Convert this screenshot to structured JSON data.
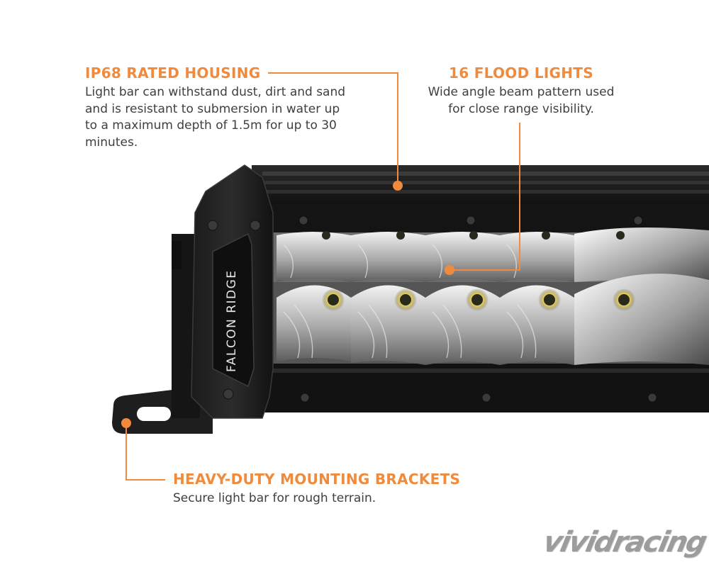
{
  "accent_color": "#f08a3c",
  "callouts": {
    "housing": {
      "title": "IP68 RATED HOUSING",
      "body": "Light bar can withstand dust, dirt and sand and is resistant to submersion in water up to a maximum depth of 1.5m for up to 30 minutes."
    },
    "flood": {
      "title": "16 FLOOD LIGHTS",
      "body": "Wide angle beam pattern used for close range visibility."
    },
    "brackets": {
      "title": "HEAVY-DUTY MOUNTING BRACKETS",
      "body": "Secure light bar for rough terrain."
    }
  },
  "product": {
    "brand_label": "FALCON RIDGE"
  },
  "watermark": {
    "text": "vividracing"
  }
}
